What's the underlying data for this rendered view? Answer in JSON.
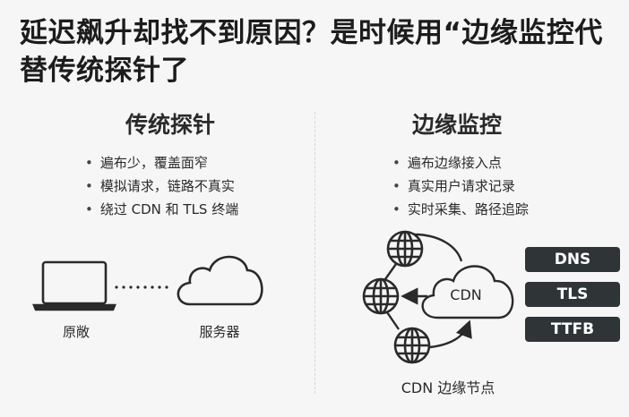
{
  "title": "延迟飙升却找不到原因？是时候用“边缘监控代替传统探针了",
  "left": {
    "heading": "传统探针",
    "bullets": [
      "遍布少，覆盖面窄",
      "模拟请求，链路不真实",
      "绕过 CDN 和 TLS 终端"
    ],
    "client_label": "原敞",
    "server_label": "服务器"
  },
  "right": {
    "heading": "边缘监控",
    "bullets": [
      "遍布边缘接入点",
      "真实用户请求记录",
      "实时采集、路径追踪"
    ],
    "cloud_label": "CDN",
    "nodes_label": "CDN 边缘节点",
    "metrics": [
      "DNS",
      "TLS",
      "TTFB"
    ]
  }
}
